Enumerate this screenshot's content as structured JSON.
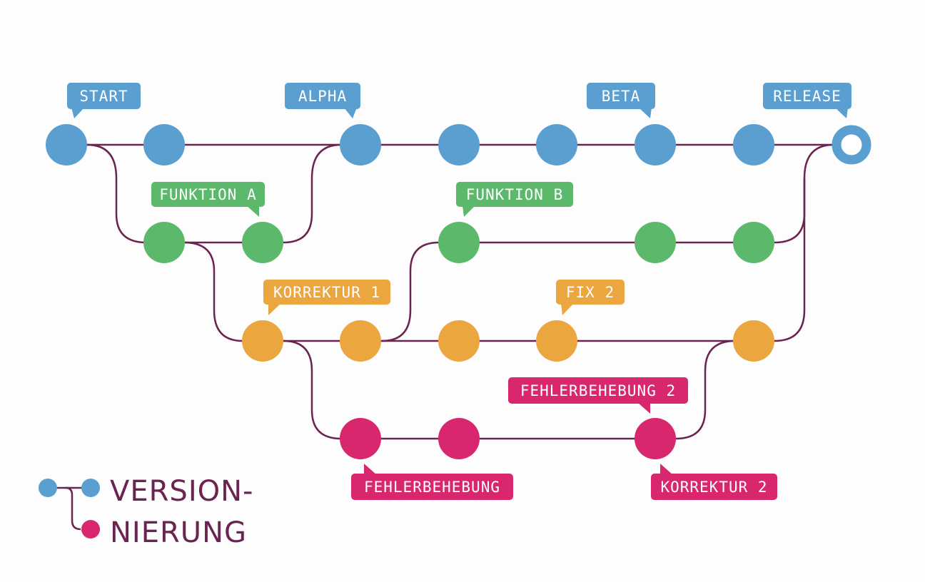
{
  "colors": {
    "connector": "#6b2350",
    "blue": "#5b9fd1",
    "green": "#5cb96b",
    "orange": "#eca640",
    "pink": "#d8276f",
    "background": "#fdfdfd"
  },
  "labels": {
    "start": "START",
    "alpha": "ALPHA",
    "beta": "BETA",
    "release": "RELEASE",
    "funktion_a": "FUNKTION A",
    "funktion_b": "FUNKTION B",
    "korrektur_1": "KORREKTUR 1",
    "fix_2": "FIX 2",
    "fehlerbehebung_2": "FEHLERBEHEBUNG 2",
    "fehlerbehebung": "FEHLERBEHEBUNG",
    "korrektur_2": "KORREKTUR 2"
  },
  "logo": {
    "line1": "VERSION-",
    "line2": "NIERUNG",
    "icon": "branch-icon"
  }
}
